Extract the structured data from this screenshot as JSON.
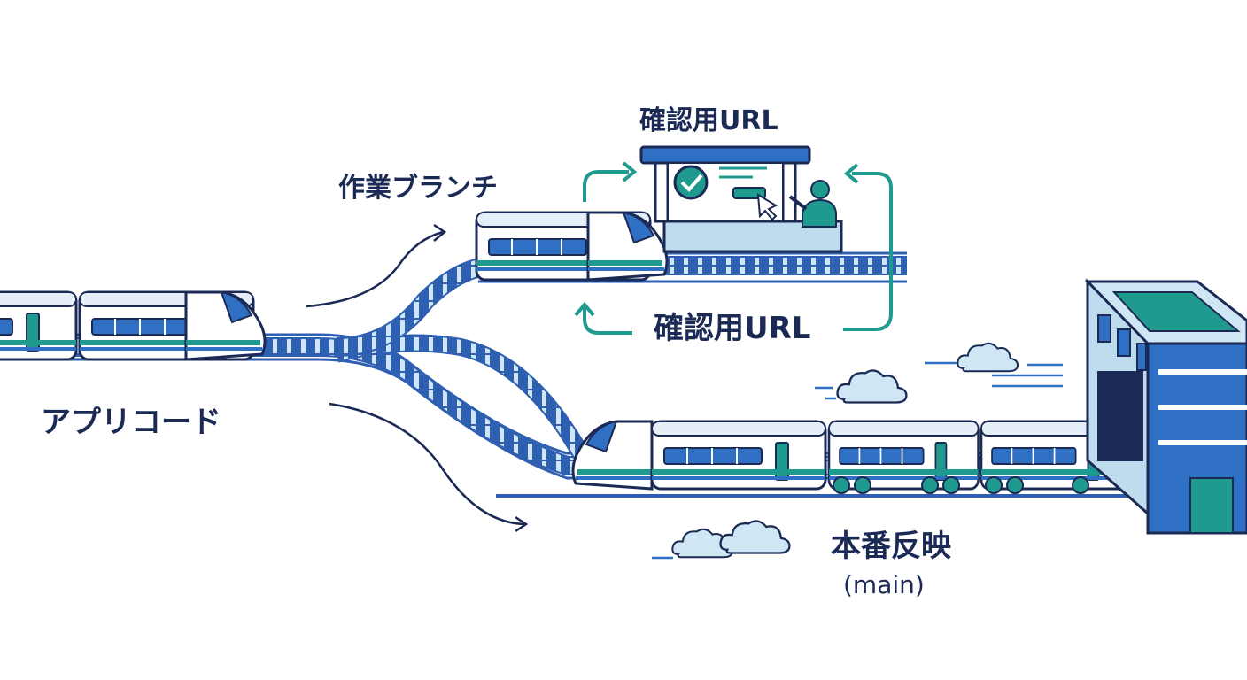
{
  "labels": {
    "app_code": "アプリコード",
    "work_branch": "作業ブランチ",
    "preview_url_top": "確認用URL",
    "preview_url_bottom": "確認用URL",
    "production": "本番反映",
    "production_branch": "(main)"
  },
  "colors": {
    "navy": "#1b2a55",
    "blue": "#2f6fc4",
    "teal": "#1f9a8f",
    "light_blue": "#bfdcef",
    "rail": "#2f5fb0"
  },
  "icons": [
    "train-icon",
    "station-icon",
    "check-icon",
    "cursor-icon",
    "person-icon",
    "building-icon",
    "cloud-icon",
    "arrow-icon"
  ]
}
